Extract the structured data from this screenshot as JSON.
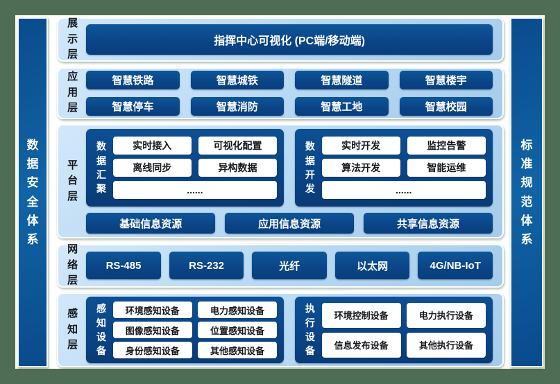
{
  "pillars": {
    "left": "数据安全体系",
    "right": "标准规范体系"
  },
  "layers": [
    {
      "label": "展示层",
      "items": [
        "指挥中心可视化 (PC端/移动端)"
      ]
    },
    {
      "label": "应用层",
      "items": [
        "智慧铁路",
        "智慧城铁",
        "智慧隧道",
        "智慧楼宇",
        "智慧停车",
        "智慧消防",
        "智慧工地",
        "智慧校园"
      ]
    },
    {
      "label": "平台层",
      "groups": [
        {
          "label": "数据汇聚",
          "items": [
            "实时接入",
            "可视化配置",
            "离线同步",
            "异构数据"
          ],
          "more": "......"
        },
        {
          "label": "数据开发",
          "items": [
            "实时开发",
            "监控告警",
            "算法开发",
            "智能运维"
          ],
          "more": "......"
        }
      ],
      "resources": [
        "基础信息资源",
        "应用信息资源",
        "共享信息资源"
      ]
    },
    {
      "label": "网络层",
      "items": [
        "RS-485",
        "RS-232",
        "光纤",
        "以太网",
        "4G/NB-IoT"
      ]
    },
    {
      "label": "感知层",
      "groups": [
        {
          "label": "感知设备",
          "items": [
            "环境感知设备",
            "电力感知设备",
            "图像感知设备",
            "位置感知设备",
            "身份感知设备",
            "其他感知设备"
          ]
        },
        {
          "label": "执行设备",
          "items": [
            "环境控制设备",
            "电力执行设备",
            "信息发布设备",
            "其他执行设备"
          ]
        }
      ]
    }
  ],
  "colors": {
    "frame_green": "#4d6e55",
    "inner_white": "#ffffff",
    "panel_blue": "#b6d8f2",
    "navy": "#0b4a8c",
    "pillar_blue": "#0b579c",
    "text_dark": "#15181c"
  }
}
